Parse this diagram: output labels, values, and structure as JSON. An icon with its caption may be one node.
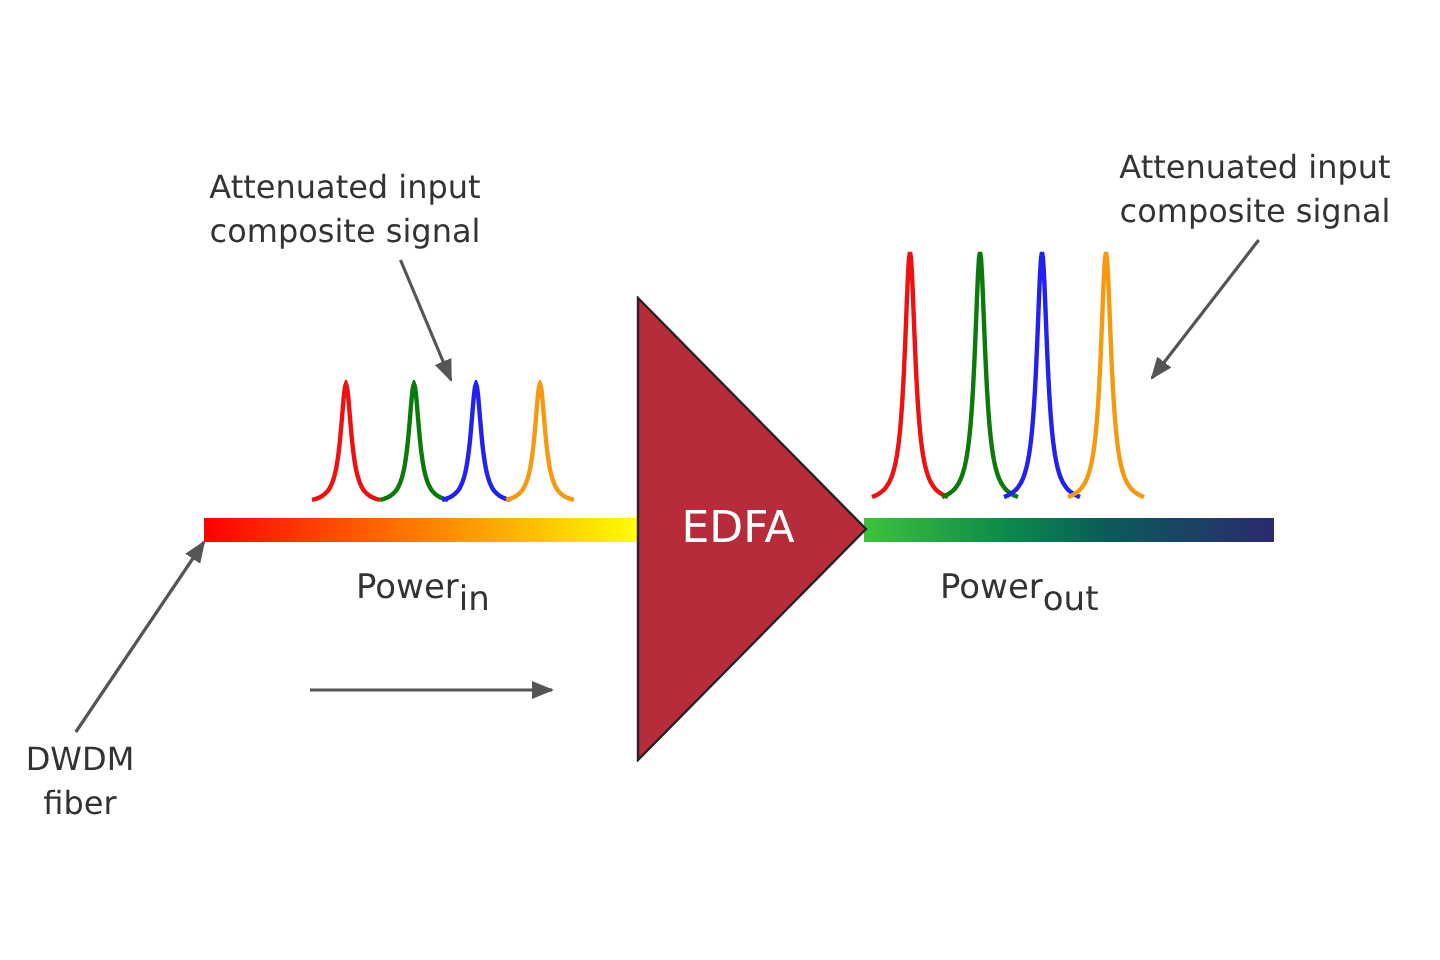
{
  "diagram": {
    "nodes": [
      {
        "text": [
          "Attenuated input composite signal"
        ]
      },
      {
        "text": [],
        "shape": "picture"
      },
      {
        "text": [
          "DWDM fiber"
        ]
      },
      {
        "text": [],
        "shape": "bar"
      },
      {
        "text": [
          "EDFA"
        ]
      },
      {
        "text": [],
        "shape": "bar"
      },
      {
        "text": [],
        "shape": "picture"
      },
      {
        "text": [
          "Attenuated input composite signal"
        ]
      }
    ],
    "edges": [
      {
        "from": 0,
        "to": 1,
        "arrow": "to"
      },
      {
        "from": 2,
        "to": 3,
        "arrow": "to"
      },
      {
        "from": 7,
        "to": 6,
        "arrow": "to"
      }
    ],
    "labels": [
      "Power$_{in}$",
      "Power$_{out}$"
    ]
  }
}
